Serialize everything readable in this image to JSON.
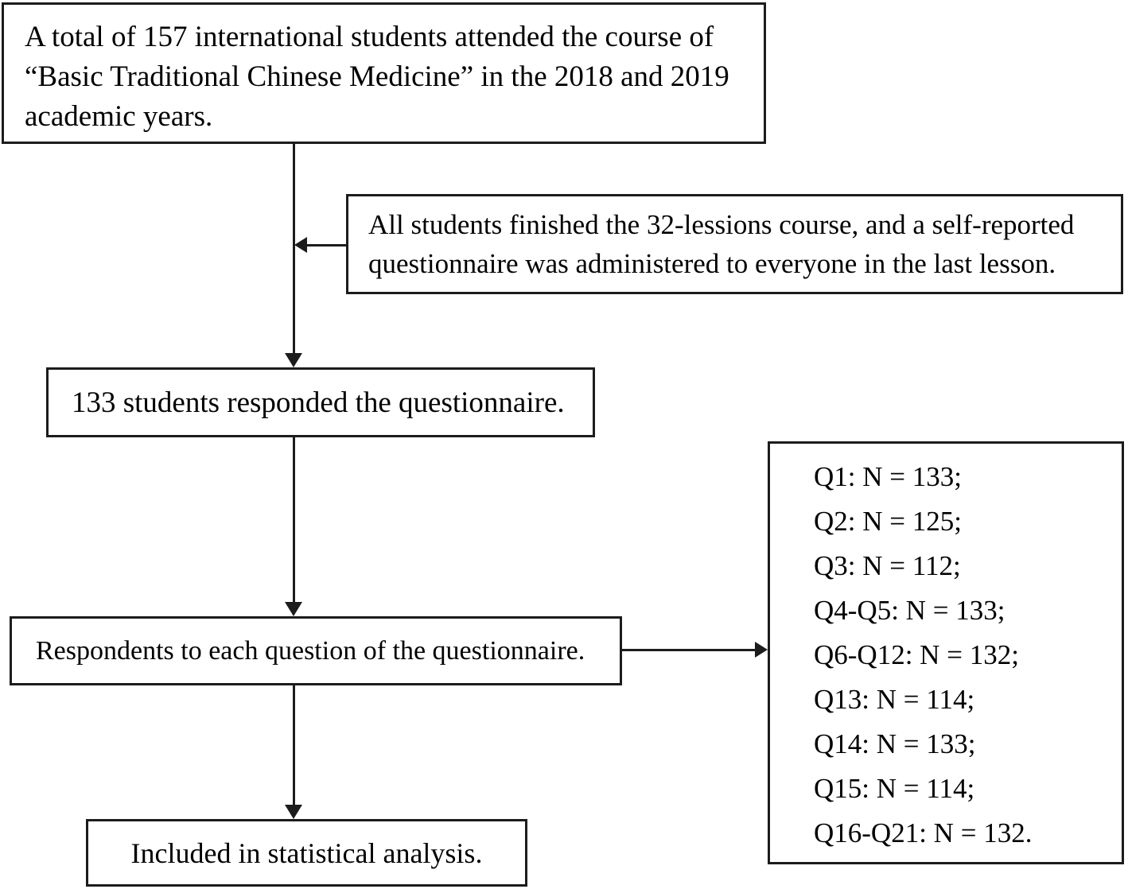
{
  "colors": {
    "background": "#ffffff",
    "line": "#1c1c1c",
    "text": "#000000"
  },
  "flowchart": {
    "enrollment": {
      "lines": [
        "A total of 157 international students attended the course of",
        "“Basic Traditional Chinese Medicine” in the 2018 and 2019",
        "academic years."
      ]
    },
    "course_completion": {
      "lines": [
        "All students finished the 32-lessions course, and a self-reported",
        "questionnaire was administered to everyone in the last lesson."
      ]
    },
    "responded": {
      "text": "133 students responded the questionnaire."
    },
    "per_question": {
      "text": "Respondents to each question of the questionnaire."
    },
    "question_counts": {
      "lines": [
        "Q1: N = 133;",
        "Q2: N = 125;",
        "Q3: N = 112;",
        "Q4-Q5: N = 133;",
        "Q6-Q12: N = 132;",
        "Q13: N = 114;",
        "Q14: N = 133;",
        "Q15: N = 114;",
        "Q16-Q21: N = 132."
      ]
    },
    "analysis": {
      "text": "Included in statistical analysis."
    }
  }
}
